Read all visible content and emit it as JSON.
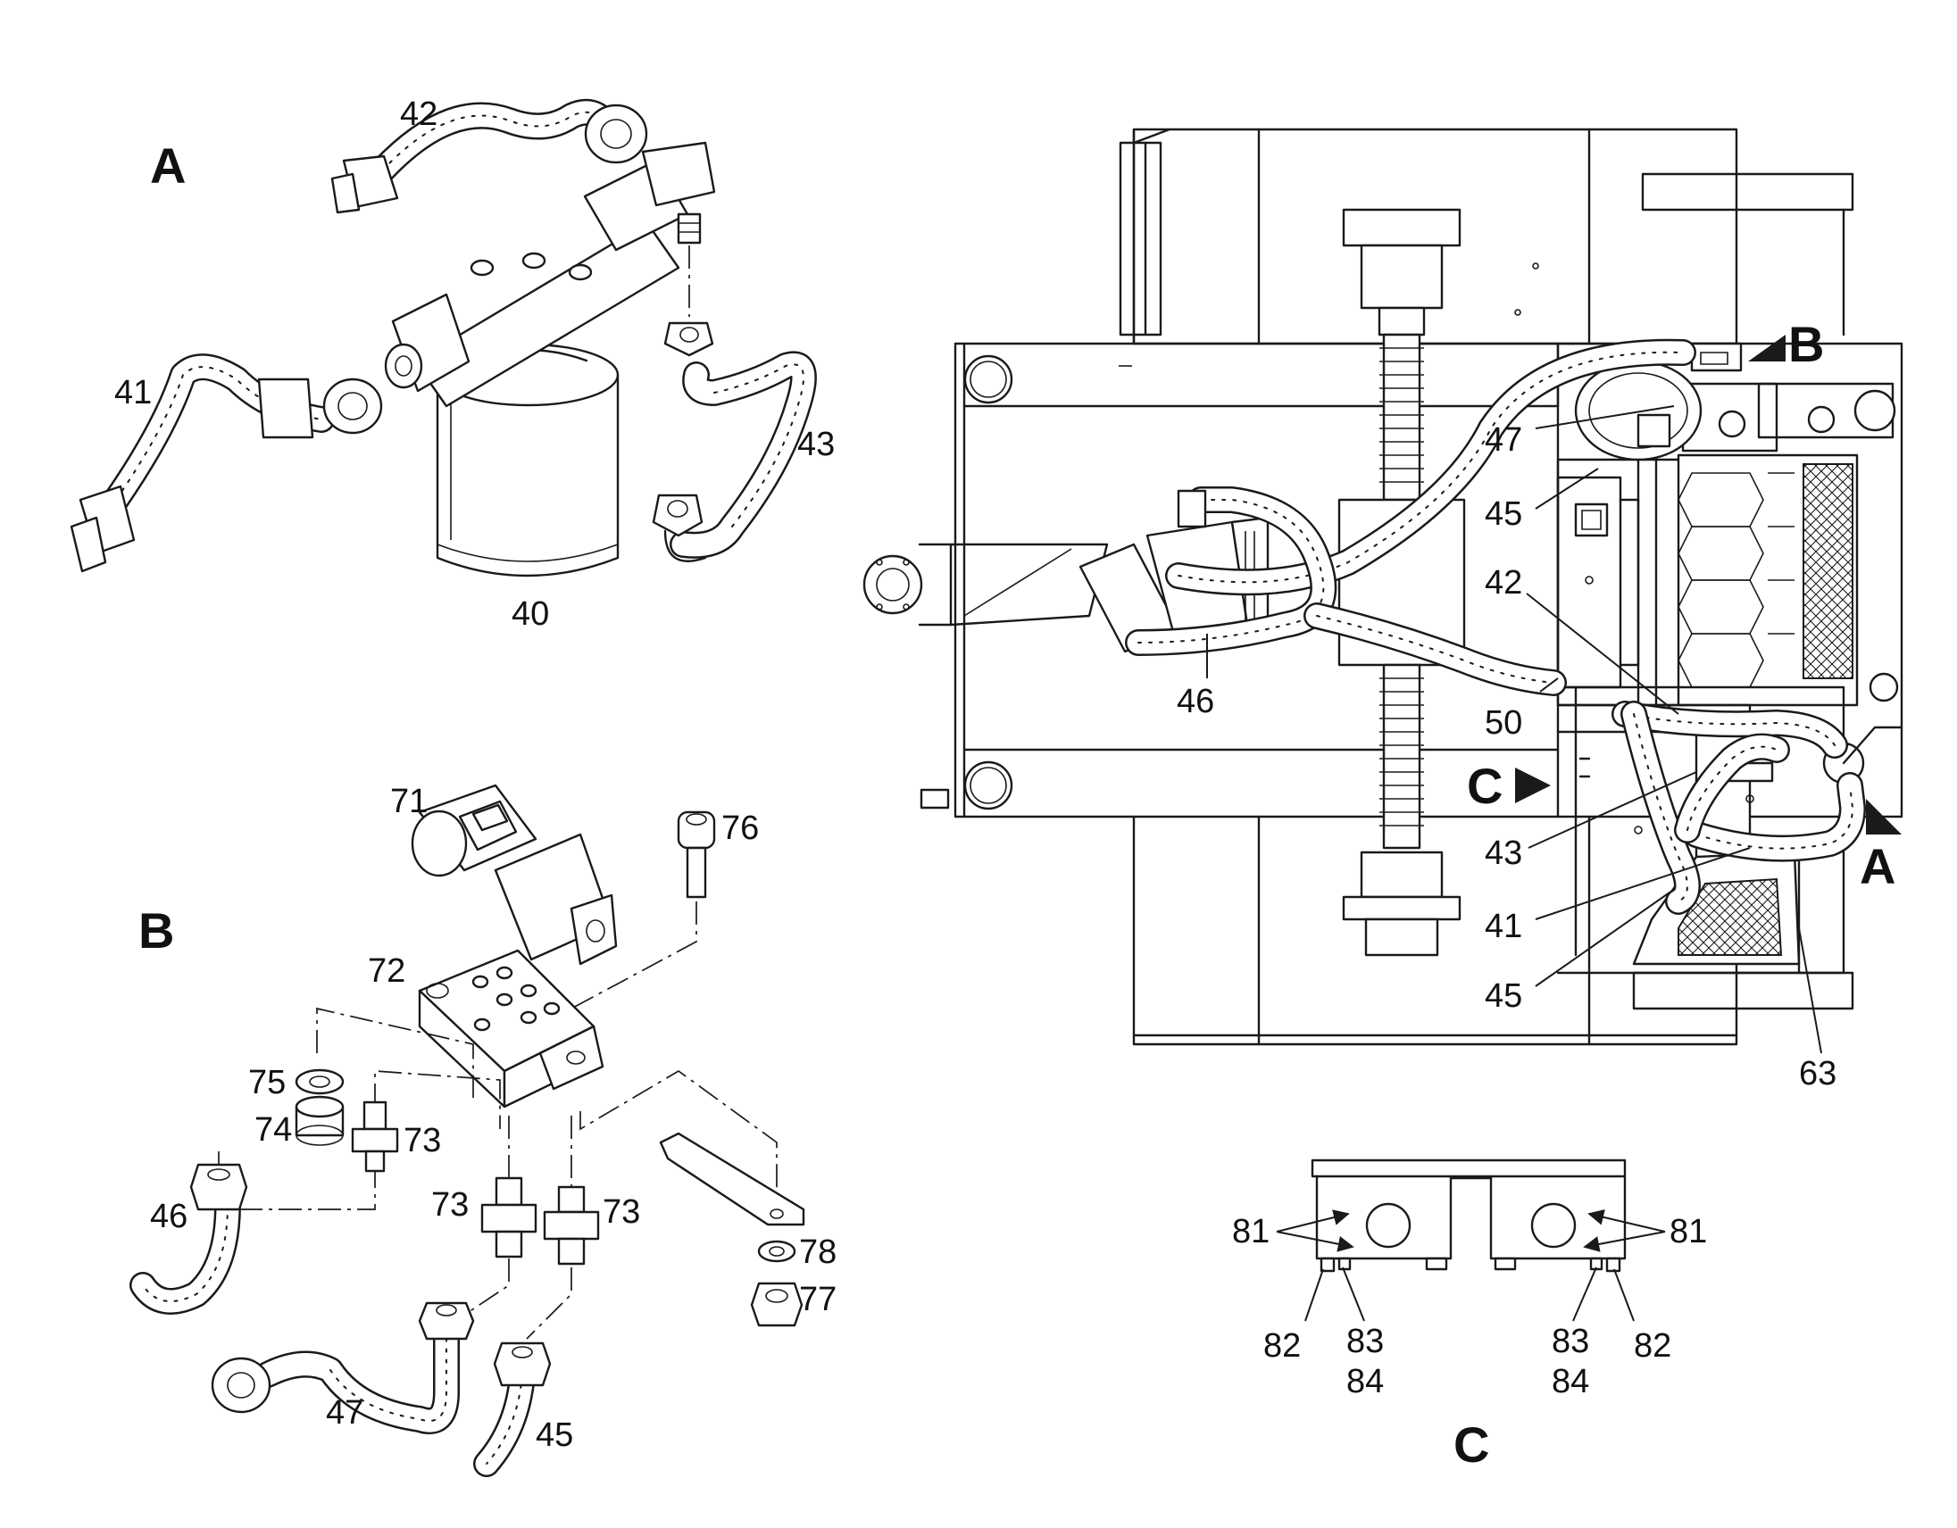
{
  "sections": {
    "a": "A",
    "b": "B",
    "c": "C"
  },
  "detail_a": {
    "part_40": "40",
    "part_41": "41",
    "part_42": "42",
    "part_43": "43"
  },
  "detail_b": {
    "part_71": "71",
    "part_72": "72",
    "part_73a": "73",
    "part_73b": "73",
    "part_73c": "73",
    "part_74": "74",
    "part_75": "75",
    "part_76": "76",
    "part_77": "77",
    "part_78": "78",
    "part_46": "46",
    "part_47": "47",
    "part_45": "45"
  },
  "main_view": {
    "ref_b": "B",
    "ref_c": "C",
    "ref_a": "A",
    "part_47": "47",
    "part_45_top": "45",
    "part_42": "42",
    "part_46": "46",
    "part_50": "50",
    "part_43": "43",
    "part_41": "41",
    "part_45_bottom": "45",
    "part_63": "63"
  },
  "detail_c": {
    "part_81_left": "81",
    "part_81_right": "81",
    "part_82_left": "82",
    "part_82_right": "82",
    "part_83_left": "83",
    "part_84_left": "84",
    "part_83_right": "83",
    "part_84_right": "84"
  }
}
